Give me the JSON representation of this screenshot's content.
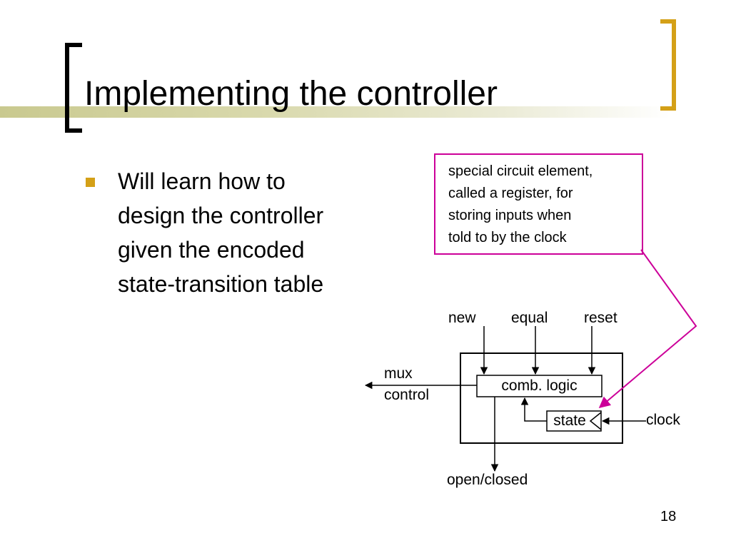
{
  "slide": {
    "title": "Implementing the controller",
    "number": "18"
  },
  "bullet": {
    "lines": [
      "Will learn how to",
      "design the controller",
      "given the encoded",
      "state-transition table"
    ]
  },
  "callout": {
    "lines": [
      "special circuit element,",
      "called a register, for",
      "storing inputs when",
      "told to by the clock"
    ]
  },
  "diagram": {
    "inputs": {
      "new": "new",
      "equal": "equal",
      "reset": "reset"
    },
    "mux_control": [
      "mux",
      "control"
    ],
    "comb_logic": "comb. logic",
    "state": "state",
    "clock": "clock",
    "output": "open/closed"
  },
  "colors": {
    "accent_gold": "#d4a017",
    "callout_border": "#cc0099",
    "title_band": "#c9c98f"
  }
}
